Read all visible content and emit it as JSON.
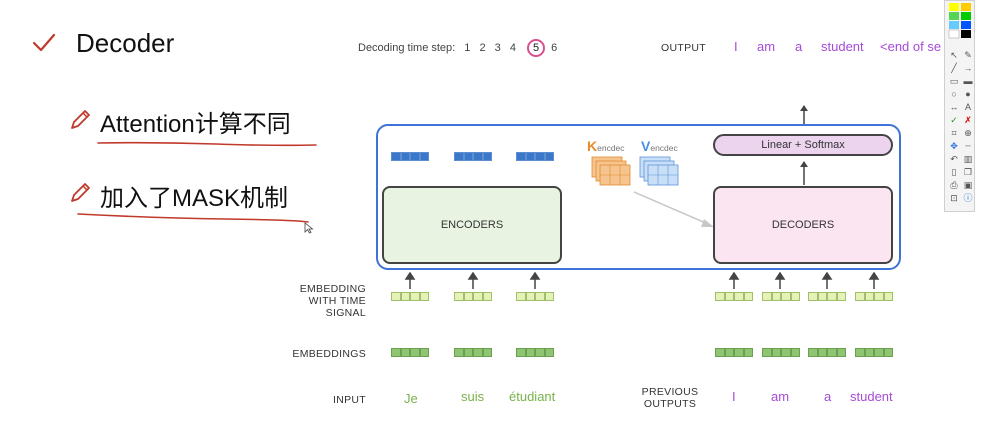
{
  "slide": {
    "title": "Decoder",
    "check_icon": "check-icon",
    "bullets": [
      {
        "text": "Attention计算不同",
        "icon": "pencil-icon"
      },
      {
        "text": "加入了MASK机制",
        "icon": "pencil-icon"
      }
    ]
  },
  "diagram": {
    "decoding_label": "Decoding time step:",
    "steps": [
      "1",
      "2",
      "3",
      "4",
      "5",
      "6"
    ],
    "current_step": "5",
    "output_label": "OUTPUT",
    "output_words": [
      "I",
      "am",
      "a",
      "student",
      "<end of sentence>"
    ],
    "encoders_label": "ENCODERS",
    "decoders_label": "DECODERS",
    "linear_softmax_label": "Linear + Softmax",
    "k_label": "K",
    "k_sub": "encdec",
    "v_label": "V",
    "v_sub": "encdec",
    "embedding_time_label": "EMBEDDING WITH TIME SIGNAL",
    "embeddings_label": "EMBEDDINGS",
    "input_label": "INPUT",
    "input_words": [
      "Je",
      "suis",
      "étudiant"
    ],
    "previous_outputs_label": "PREVIOUS OUTPUTS",
    "previous_output_words": [
      "I",
      "am",
      "a",
      "student"
    ]
  },
  "colors": {
    "accent_blue": "#3f73d8",
    "output_purple": "#a54bd6",
    "input_green": "#7ab24a",
    "step_highlight": "#d6518f",
    "annotation_red": "#c0392b"
  }
}
